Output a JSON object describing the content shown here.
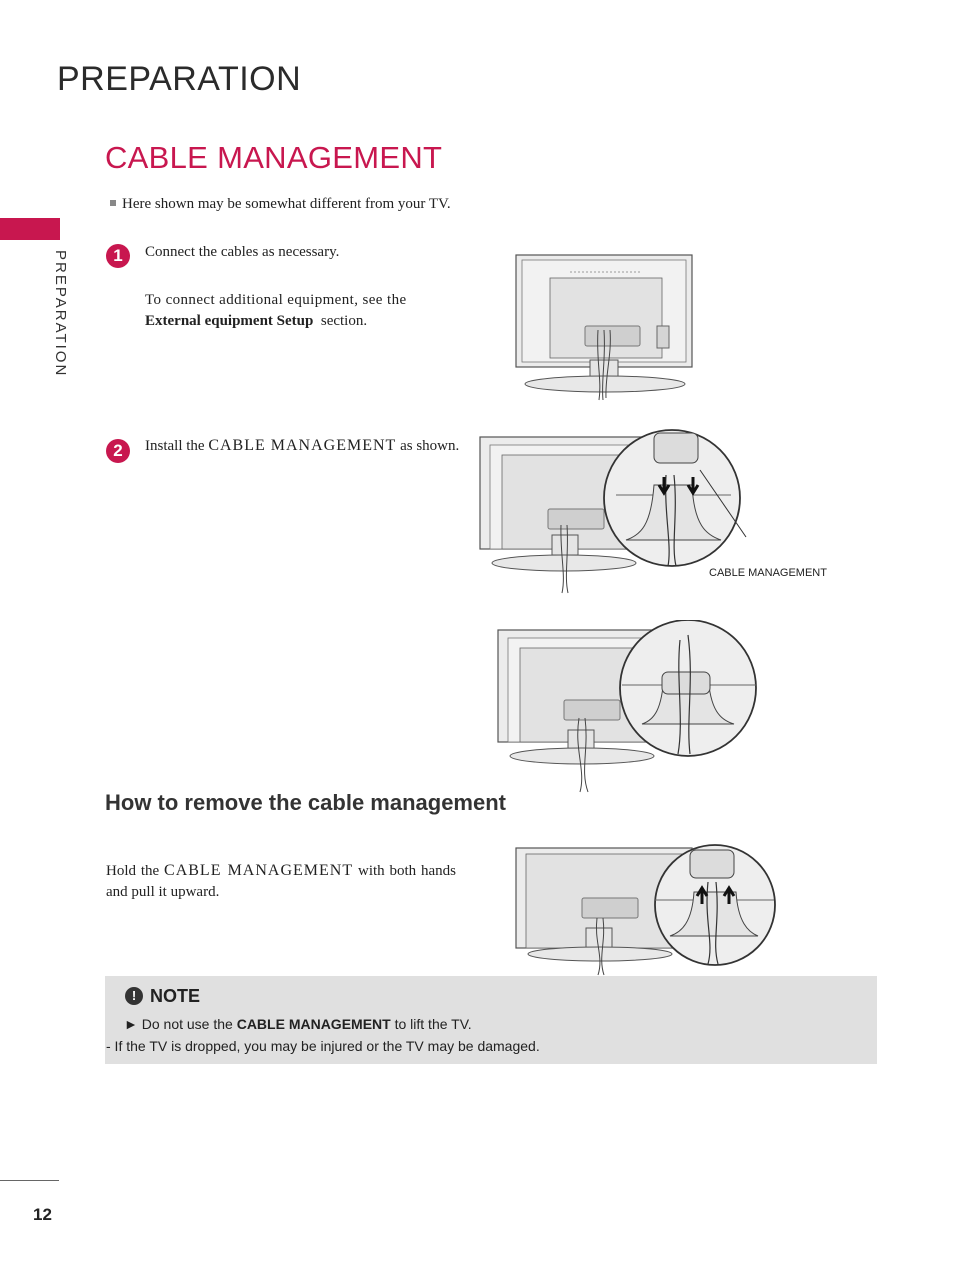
{
  "header": {
    "title": "PREPARATION"
  },
  "side_tab": {
    "label": "PREPARATION"
  },
  "section": {
    "title": "CABLE MANAGEMENT"
  },
  "disclaimer": "Here shown may be somewhat different from your TV.",
  "steps": [
    {
      "number": "1",
      "line1": "Connect the cables as necessary.",
      "line2": "To connect additional equipment, see the",
      "line3_bold": "External equipment Setup",
      "line3_rest": "section."
    },
    {
      "number": "2",
      "prefix": "Install the",
      "smallcaps": "CABLE MANAGEMENT",
      "suffix": "as shown."
    }
  ],
  "callout_label": "CABLE MANAGEMENT",
  "remove_section": {
    "title": "How to remove the cable management",
    "prefix": "Hold the",
    "smallcaps": "CABLE MANAGEMENT",
    "suffix": "with both hands and pull it upward."
  },
  "note": {
    "icon": "exclamation-icon",
    "title": "NOTE",
    "line1_prefix": "► Do not use the",
    "line1_bold": "CABLE MANAGEMENT",
    "line1_suffix": "to lift the TV.",
    "line2": "- If the TV is dropped, you may be injured or the TV may be damaged."
  },
  "page_number": "12",
  "colors": {
    "accent": "#c8174f",
    "note_bg": "#e0e0e0"
  }
}
